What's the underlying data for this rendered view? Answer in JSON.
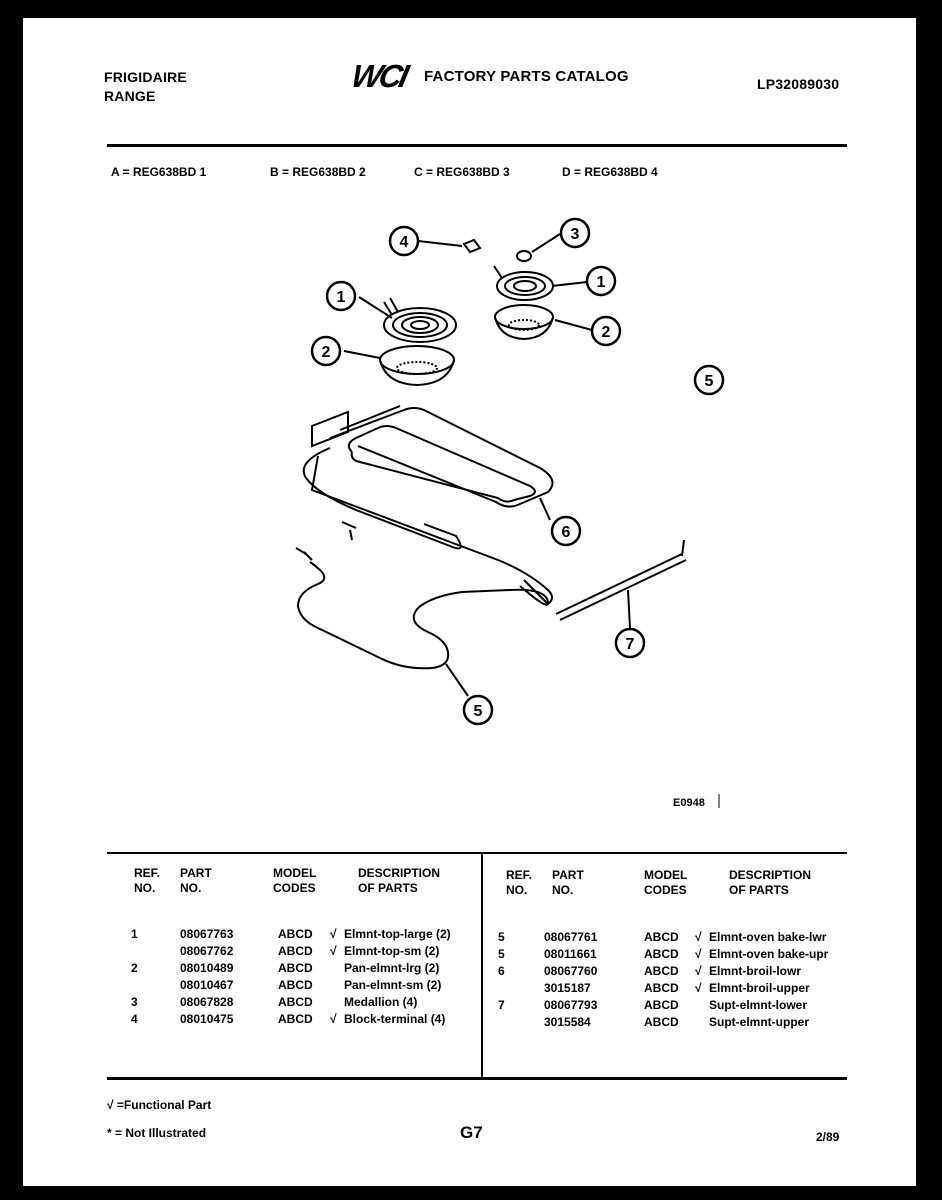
{
  "header": {
    "brand_line1": "FRIGIDAIRE",
    "brand_line2": "RANGE",
    "logo_text": "WCI",
    "catalog_title": "FACTORY PARTS CATALOG",
    "catalog_number": "LP32089030"
  },
  "models": [
    "A = REG638BD 1",
    "B = REG638BD 2",
    "C = REG638BD 3",
    "D = REG638BD 4"
  ],
  "diagram": {
    "callouts": [
      "1",
      "2",
      "3",
      "4",
      "1",
      "2",
      "5",
      "6",
      "7",
      "5"
    ],
    "code": "E0948"
  },
  "table": {
    "headers": {
      "ref": "REF.\nNO.",
      "part": "PART\nNO.",
      "model": "MODEL\nCODES",
      "desc": "DESCRIPTION\nOF PARTS"
    },
    "left_rows": [
      {
        "ref": "1",
        "part": "08067763",
        "codes": "ABCD",
        "check": "√",
        "desc": "Elmnt-top-large (2)"
      },
      {
        "ref": "",
        "part": "08067762",
        "codes": "ABCD",
        "check": "√",
        "desc": "Elmnt-top-sm (2)"
      },
      {
        "ref": "2",
        "part": "08010489",
        "codes": "ABCD",
        "check": "",
        "desc": "Pan-elmnt-lrg (2)"
      },
      {
        "ref": "",
        "part": "08010467",
        "codes": "ABCD",
        "check": "",
        "desc": "Pan-elmnt-sm (2)"
      },
      {
        "ref": "3",
        "part": "08067828",
        "codes": "ABCD",
        "check": "",
        "desc": "Medallion (4)"
      },
      {
        "ref": "4",
        "part": "08010475",
        "codes": "ABCD",
        "check": "√",
        "desc": "Block-terminal (4)"
      }
    ],
    "right_rows": [
      {
        "ref": "5",
        "part": "08067761",
        "codes": "ABCD",
        "check": "√",
        "desc": "Elmnt-oven bake-lwr"
      },
      {
        "ref": "5",
        "part": "08011661",
        "codes": "ABCD",
        "check": "√",
        "desc": "Elmnt-oven bake-upr"
      },
      {
        "ref": "6",
        "part": "08067760",
        "codes": "ABCD",
        "check": "√",
        "desc": "Elmnt-broil-lowr"
      },
      {
        "ref": "",
        "part": "3015187",
        "codes": "ABCD",
        "check": "√",
        "desc": "Elmnt-broil-upper"
      },
      {
        "ref": "7",
        "part": "08067793",
        "codes": "ABCD",
        "check": "",
        "desc": "Supt-elmnt-lower"
      },
      {
        "ref": "",
        "part": "3015584",
        "codes": "ABCD",
        "check": "",
        "desc": "Supt-elmnt-upper"
      }
    ]
  },
  "footer": {
    "legend_functional": "√ =Functional Part",
    "legend_not_illustrated": "* = Not Illustrated",
    "page_code": "G7",
    "date": "2/89"
  }
}
